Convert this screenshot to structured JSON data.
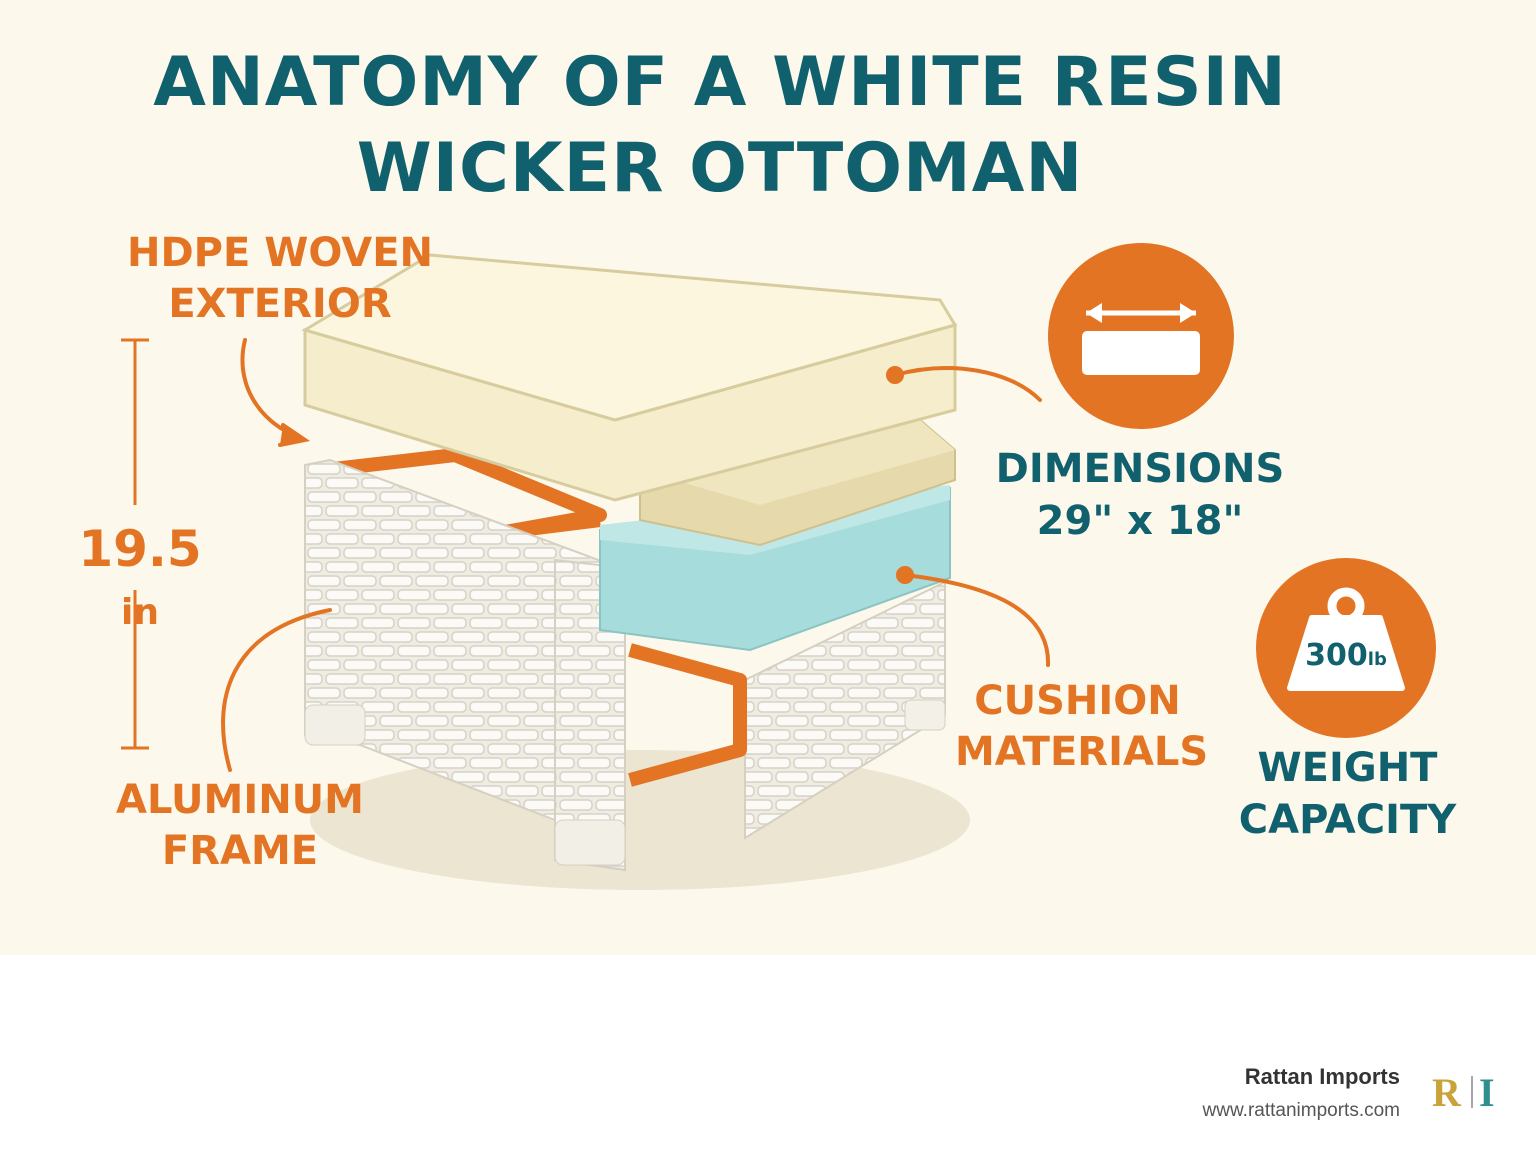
{
  "title": "ANATOMY OF A WHITE RESIN WICKER OTTOMAN",
  "labels": {
    "hdpe": "HDPE WOVEN\nEXTERIOR",
    "aluminum": "ALUMINUM\nFRAME",
    "cushion": "CUSHION\nMATERIALS",
    "dimensions": "DIMENSIONS\n29\" x 18\"",
    "weight": "WEIGHT\nCAPACITY"
  },
  "height": {
    "value": "19.5",
    "unit": "in"
  },
  "weight_badge": {
    "value": "300",
    "unit": "lb"
  },
  "brand": {
    "name": "Rattan Imports",
    "url": "www.rattanimports.com",
    "logo_letters": [
      "R",
      "I"
    ]
  },
  "colors": {
    "title_teal": "#11606e",
    "label_orange": "#e27424",
    "cushion_cream": "#f7efcc",
    "foam_blue": "#a6dcdc",
    "frame_orange": "#e27424",
    "wicker_white": "#f4f1ea",
    "background": "#fcf8ec"
  },
  "icons": [
    "double-arrow-icon",
    "weight-icon",
    "logo-icon"
  ]
}
